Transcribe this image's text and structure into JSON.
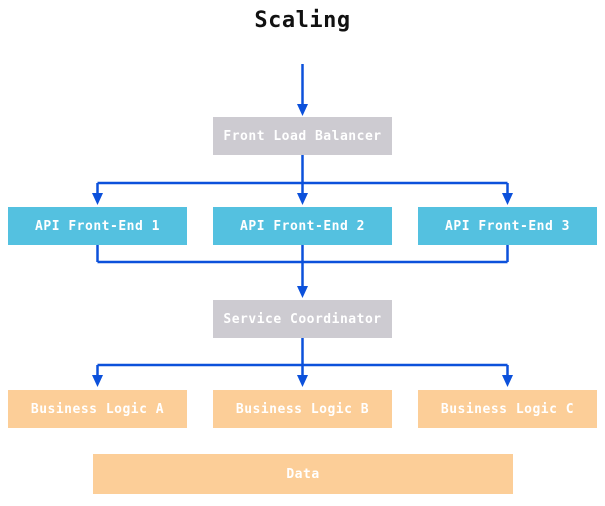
{
  "title": "Scaling",
  "colors": {
    "box_gray": "#CDCBD1",
    "box_cyan": "#54C1E0",
    "box_orange": "#FCCE98",
    "arrow_blue": "#0C51DB",
    "node_text": "#FFFFFF",
    "title_text": "#111111"
  },
  "nodes": [
    {
      "id": "front-load-balancer",
      "label": "Front Load Balancer",
      "type": "gray"
    },
    {
      "id": "api-front-end-1",
      "label": "API Front-End 1",
      "type": "cyan"
    },
    {
      "id": "api-front-end-2",
      "label": "API Front-End 2",
      "type": "cyan"
    },
    {
      "id": "api-front-end-3",
      "label": "API Front-End 3",
      "type": "cyan"
    },
    {
      "id": "service-coordinator",
      "label": "Service Coordinator",
      "type": "gray"
    },
    {
      "id": "business-logic-a",
      "label": "Business Logic A",
      "type": "orange"
    },
    {
      "id": "business-logic-b",
      "label": "Business Logic B",
      "type": "orange"
    },
    {
      "id": "business-logic-c",
      "label": "Business Logic C",
      "type": "orange"
    },
    {
      "id": "data",
      "label": "Data",
      "type": "orange"
    }
  ],
  "edges": [
    {
      "from": "entry-point",
      "to": "front-load-balancer"
    },
    {
      "from": "front-load-balancer",
      "to": "api-front-end-1"
    },
    {
      "from": "front-load-balancer",
      "to": "api-front-end-2"
    },
    {
      "from": "front-load-balancer",
      "to": "api-front-end-3"
    },
    {
      "from": "api-front-end-1",
      "to": "service-coordinator"
    },
    {
      "from": "api-front-end-2",
      "to": "service-coordinator"
    },
    {
      "from": "api-front-end-3",
      "to": "service-coordinator"
    },
    {
      "from": "service-coordinator",
      "to": "business-logic-a"
    },
    {
      "from": "service-coordinator",
      "to": "business-logic-b"
    },
    {
      "from": "service-coordinator",
      "to": "business-logic-c"
    }
  ]
}
